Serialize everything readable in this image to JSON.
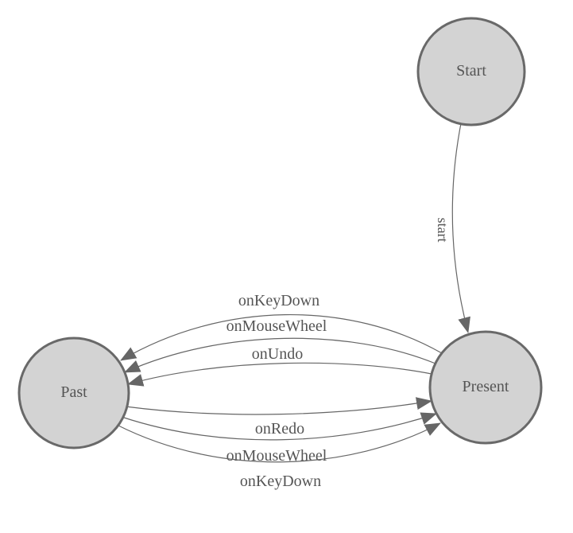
{
  "diagram": {
    "type": "state-machine",
    "background": "#ffffff",
    "colors": {
      "node_fill": "#d3d3d3",
      "node_stroke": "#696969",
      "edge_stroke": "#666666",
      "arrow_fill": "#666666",
      "label": "#555555"
    },
    "nodes": {
      "start": {
        "label": "Start"
      },
      "past": {
        "label": "Past"
      },
      "present": {
        "label": "Present"
      }
    },
    "edges": {
      "start_to_present": {
        "from": "Start",
        "to": "Present",
        "label": "start"
      },
      "present_to_past_keydown": {
        "from": "Present",
        "to": "Past",
        "label": "onKeyDown"
      },
      "present_to_past_mousewheel": {
        "from": "Present",
        "to": "Past",
        "label": "onMouseWheel"
      },
      "present_to_past_undo": {
        "from": "Present",
        "to": "Past",
        "label": "onUndo"
      },
      "past_to_present_redo": {
        "from": "Past",
        "to": "Present",
        "label": "onRedo"
      },
      "past_to_present_mousewheel": {
        "from": "Past",
        "to": "Present",
        "label": "onMouseWheel"
      },
      "past_to_present_keydown": {
        "from": "Past",
        "to": "Present",
        "label": "onKeyDown"
      }
    }
  }
}
